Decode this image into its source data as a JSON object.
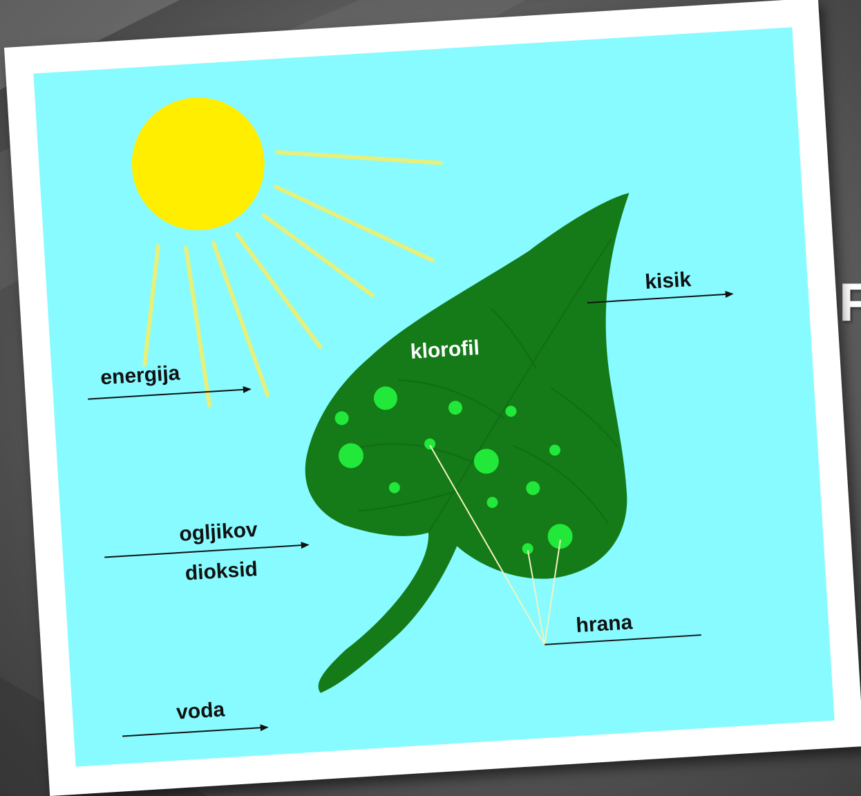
{
  "diagram": {
    "labels": {
      "energy": "energija",
      "carbon_dioxide_line1": "ogljikov",
      "carbon_dioxide_line2": "dioksid",
      "water": "voda",
      "oxygen": "kisik",
      "chlorophyll": "klorofil",
      "food": "hrana"
    },
    "colors": {
      "sky": "#87fbff",
      "sun": "#ffee00",
      "rays": "#e6f07a",
      "leaf": "#157a18",
      "chloroplast": "#22e83a",
      "background": "#6a6a6a",
      "frame": "#ffffff"
    }
  },
  "slide": {
    "partial_title": "F"
  }
}
